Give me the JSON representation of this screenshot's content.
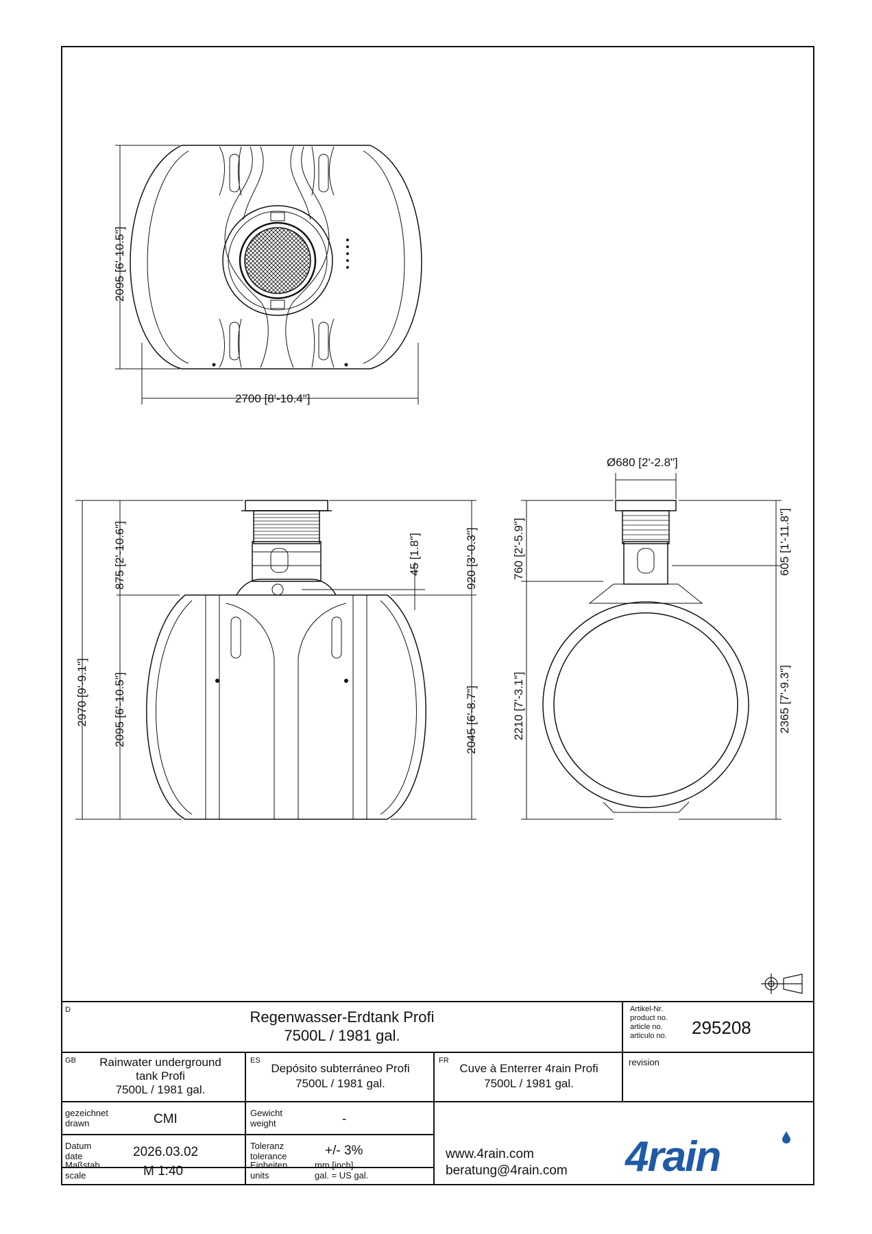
{
  "dimensions": {
    "top_height": "2095 [6'-10.5\"]",
    "top_width": "2700 [8'-10.4\"]",
    "diameter": "Ø680 [2'-2.8\"]",
    "total_height": "2970 [9'-9.1\"]",
    "shaft_height": "875 [2'-10.6\"]",
    "body_height": "2095 [6'-10.5\"]",
    "offset_small": "45 [1.8\"]",
    "inlet_height": "920 [3'-0.3\"]",
    "body_lower": "2045 [6'-8.7\"]",
    "side_shaft": "760 [2'-5.9\"]",
    "side_body": "2210 [7'-3.1\"]",
    "side_shaft_right": "605 [1'-11.8\"]",
    "side_body_right": "2365 [7'-9.3\"]"
  },
  "title_block": {
    "lang_de": "D",
    "title_line1": "Regenwasser-Erdtank Profi",
    "title_line2": "7500L / 1981 gal.",
    "article_label1": "Artikel-Nr.",
    "article_label2": "product no.",
    "article_label3": "article no.",
    "article_label4": "articulo no.",
    "article_no": "295208",
    "lang_gb": "GB",
    "gb_line1": "Rainwater underground",
    "gb_line2": "tank Profi",
    "gb_line3": "7500L / 1981 gal.",
    "lang_es": "ES",
    "es_line1": "Depósito subterráneo Profi",
    "es_line2": "7500L / 1981 gal.",
    "lang_fr": "FR",
    "fr_line1": "Cuve à Enterrer 4rain Profi",
    "fr_line2": "7500L / 1981 gal.",
    "revision_label": "revision",
    "drawn_label1": "gezeichnet",
    "drawn_label2": "drawn",
    "drawn_value": "CMI",
    "weight_label1": "Gewicht",
    "weight_label2": "weight",
    "weight_value": "-",
    "date_label1": "Datum",
    "date_label2": "date",
    "date_value": "2026.03.02",
    "tol_label1": "Toleranz",
    "tol_label2": "tolerance",
    "tol_value": "+/- 3%",
    "scale_label1": "Maßstab",
    "scale_label2": "scale",
    "scale_value": "M 1:40",
    "units_label1": "Einheiten",
    "units_label2": "units",
    "units_value1": "mm [inch]",
    "units_value2": "gal. = US gal.",
    "website": "www.4rain.com",
    "email": "beratung@4rain.com",
    "logo_text": "4rain",
    "logo_color": "#1f5aa6"
  }
}
